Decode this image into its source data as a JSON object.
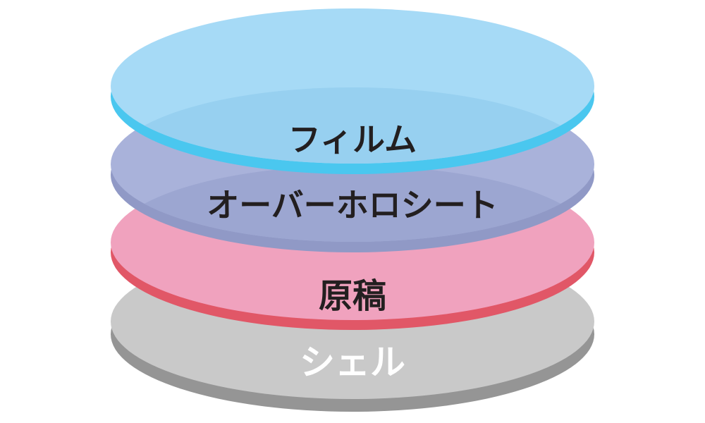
{
  "diagram": {
    "title": "layer-stack",
    "background_color": "#ffffff",
    "label_text_color": "#231f20",
    "layers": [
      {
        "id": "film",
        "label": "フィルム",
        "label_color": "#231f20",
        "face_color": "#a6daf6",
        "inner_shade_color": "#97d0f0",
        "rim_color": "#4ac7ef",
        "translucent": true
      },
      {
        "id": "over-holo-sheet",
        "label": "オーバーホロシート",
        "label_color": "#231f20",
        "face_color": "#a9b2da",
        "inner_shade_color": "#9ca6d1",
        "rim_color": "#9099c6",
        "translucent": true
      },
      {
        "id": "original-artwork",
        "label": "原稿",
        "label_color": "#231f20",
        "face_color": "#f0a2be",
        "inner_shade_color": null,
        "rim_color": "#e15767",
        "translucent": false
      },
      {
        "id": "shell",
        "label": "シェル",
        "label_color": "#ffffff",
        "face_color": "#c9c9c9",
        "inner_shade_color": null,
        "rim_color": "#959595",
        "translucent": false
      }
    ]
  }
}
